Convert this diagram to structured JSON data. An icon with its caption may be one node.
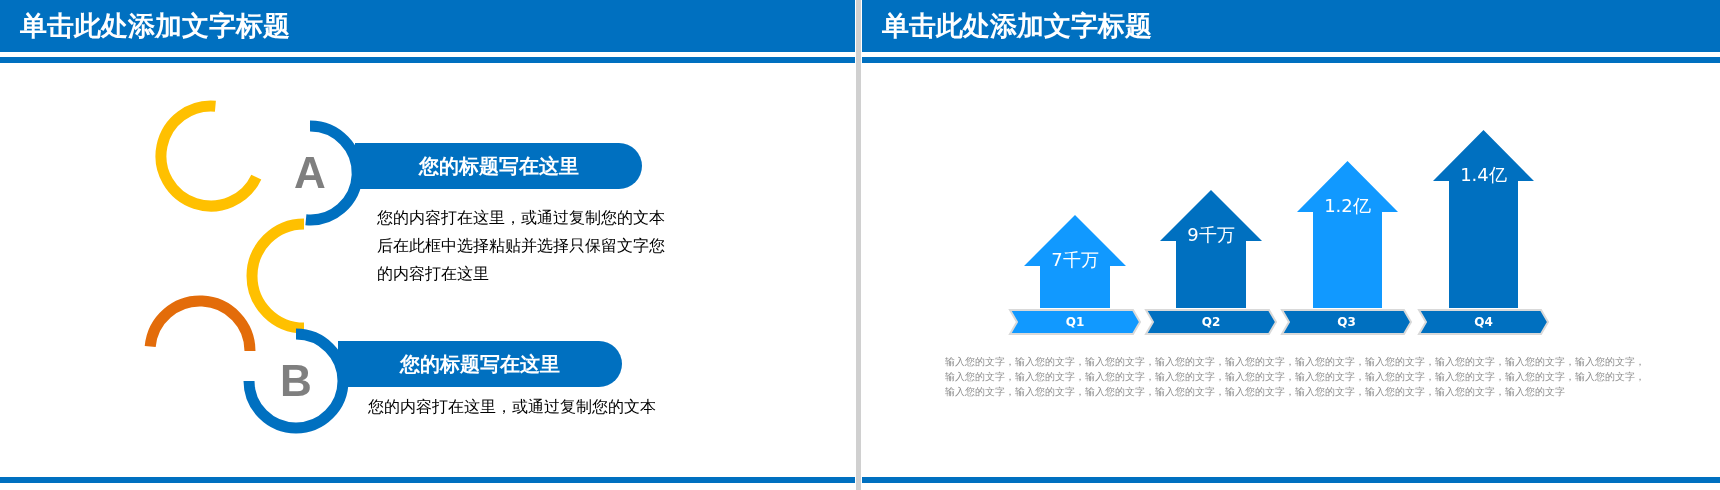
{
  "diagram": {
    "nodes": [
      {
        "text": [
          "A"
        ]
      },
      {
        "text": [
          "您的标题写在这里"
        ],
        "beside": [
          "您的内容打在这里，或通过复制您的文本后在此框中选择粘贴并选择只保留文字您的内容打在这里"
        ]
      },
      {
        "text": [
          "B"
        ]
      },
      {
        "text": [
          "您的标题写在这里"
        ],
        "beside": [
          "您的内容打在这里，或通过复制您的文本"
        ]
      },
      {
        "text": [
          "7千万"
        ]
      },
      {
        "text": [
          "9千万"
        ]
      },
      {
        "text": [
          "1.2亿"
        ]
      },
      {
        "text": [
          "1.4亿"
        ]
      },
      {
        "text": [
          "Q1"
        ]
      },
      {
        "text": [
          "Q2"
        ]
      },
      {
        "text": [
          "Q3"
        ]
      },
      {
        "text": [
          "Q4"
        ]
      }
    ],
    "labels": [
      "单击此处添加文字标题",
      "单击此处添加文字标题",
      "输入您的文字，输入您的文字，输入您的文字，输入您的文字，输入您的文字，输入您的文字，输入您的文字，输入您的文字，输入您的文字，输入您的文字，输入您的文字，输入您的文字，输入您的文字，输入您的文字，输入您的文字，输入您的文字，输入您的文字，输入您的文字，输入您的文字，输入您的文字，输入您的文字，输入您的文字，输入您的文字，输入您的文字，输入您的文字，输入您的文字，输入您的文字，输入您的文字，输入您的文字"
    ]
  }
}
